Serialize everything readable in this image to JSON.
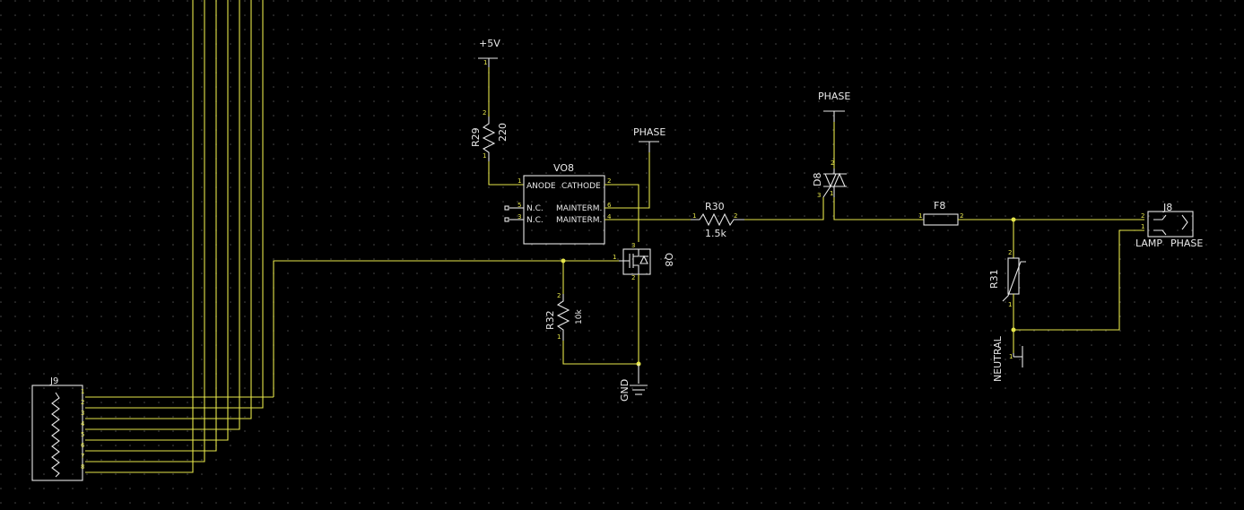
{
  "power": {
    "vcc": "+5V",
    "phase": "PHASE",
    "gnd": "GND",
    "neutral": "NEUTRAL"
  },
  "components": {
    "r29": {
      "ref": "R29",
      "value": "220"
    },
    "r30": {
      "ref": "R30",
      "value": "1.5k"
    },
    "r31": {
      "ref": "R31"
    },
    "r32": {
      "ref": "R32",
      "value": "10k"
    },
    "vo8": {
      "ref": "VO8",
      "anode": "ANODE",
      "cathode": "CATHODE",
      "nc": "N.C.",
      "mainterm": "MAINTERM."
    },
    "q8": {
      "ref": "Q8"
    },
    "d8": {
      "ref": "D8"
    },
    "f8": {
      "ref": "F8"
    },
    "j8": {
      "ref": "J8",
      "lamp": "LAMP",
      "phase": "PHASE"
    },
    "j9": {
      "ref": "J9",
      "pins": [
        "1",
        "2",
        "3",
        "4",
        "5",
        "6",
        "7",
        "8"
      ]
    }
  },
  "pins": {
    "p1": "1",
    "p2": "2",
    "p3": "3",
    "p4": "4",
    "p5": "5",
    "p6": "6"
  },
  "colors": {
    "background": "#000000",
    "wire": "#e6e64a",
    "component": "#e6e6e6",
    "grid": "#4a4a4a"
  }
}
